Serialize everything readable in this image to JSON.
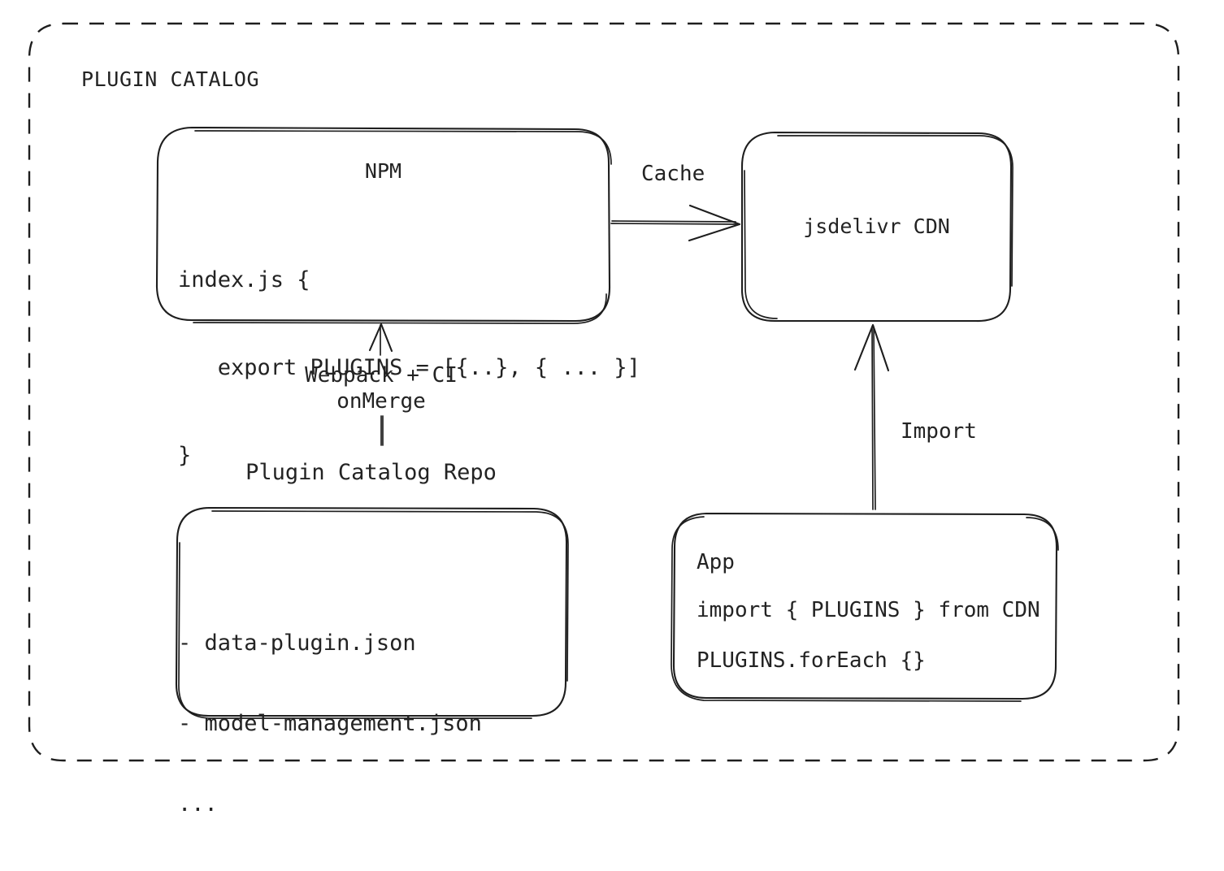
{
  "diagram": {
    "type": "flowchart",
    "style": "hand-drawn-sketch",
    "colors": {
      "stroke": "#1e1e1e",
      "text": "#232323",
      "background": "#ffffff"
    },
    "container": {
      "title": "PLUGIN CATALOG",
      "border_style": "dashed"
    },
    "nodes": {
      "npm": {
        "title": "NPM",
        "code_lines": [
          "index.js {",
          "   export PLUGINS = [{..}, { ... }]",
          "}"
        ]
      },
      "cdn": {
        "title": "jsdelivr CDN"
      },
      "repo": {
        "caption": "Plugin Catalog Repo",
        "file_lines": [
          "- data-plugin.json",
          "- model-management.json",
          "..."
        ]
      },
      "app": {
        "title": "App",
        "code_lines": [
          "import { PLUGINS } from CDN",
          "PLUGINS.forEach {}"
        ]
      }
    },
    "edges": {
      "npm_to_cdn": {
        "label": "Cache",
        "direction": "right"
      },
      "repo_to_npm": {
        "label_line1": "Webpack + CI",
        "label_line2": "onMerge",
        "direction": "up"
      },
      "app_to_cdn": {
        "label": "Import",
        "direction": "up"
      }
    }
  }
}
